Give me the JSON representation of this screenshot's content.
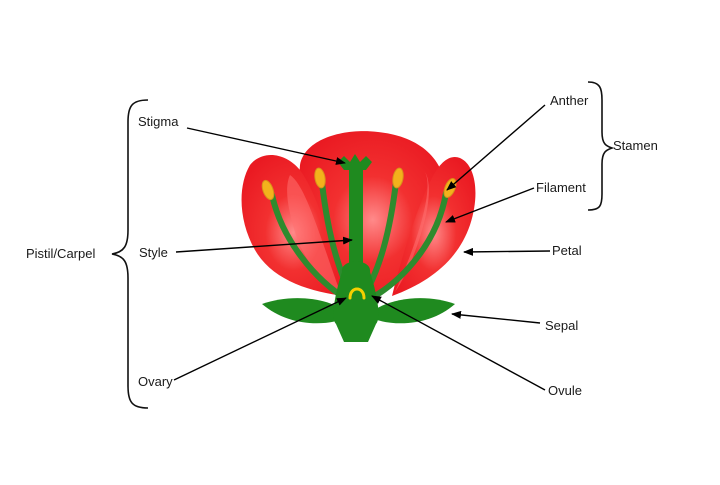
{
  "labels": {
    "stigma": "Stigma",
    "style": "Style",
    "ovary": "Ovary",
    "pistil_carpel": "Pistil/Carpel",
    "anther": "Anther",
    "filament": "Filament",
    "stamen": "Stamen",
    "petal": "Petal",
    "sepal": "Sepal",
    "ovule": "Ovule"
  },
  "colors": {
    "petal": "#ee1c24",
    "petal_highlight": "#ff6b6b",
    "green": "#1f8a1f",
    "dark_green": "#156b15",
    "anther": "#f3b21c",
    "ovule": "#f5d000",
    "arrow": "#000000"
  }
}
